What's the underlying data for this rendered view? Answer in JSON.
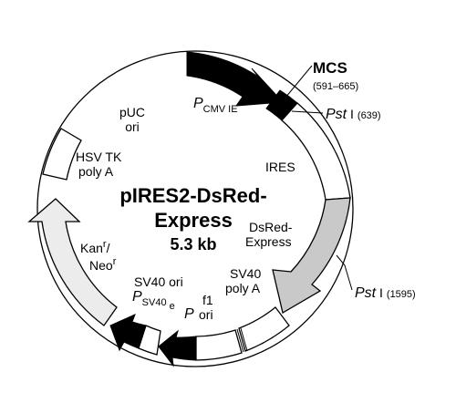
{
  "plasmid": {
    "name_line1": "pIRES2-DsRed-",
    "name_line2": "Express",
    "size": "5.3 kb"
  },
  "features": {
    "puc_ori": [
      "pUC",
      "ori"
    ],
    "hsv_tk": [
      "HSV TK",
      "poly A"
    ],
    "kan_neo": {
      "kan": "Kan",
      "sup1": "r",
      "slash": "/",
      "neo": "Neo",
      "sup2": "r"
    },
    "sv40_ori": "SV40 ori",
    "p_sv40": {
      "p": "P",
      "sub": "SV40",
      "e": "e"
    },
    "p": "P",
    "f1_ori": [
      "f1",
      "ori"
    ],
    "sv40_polya": [
      "SV40",
      "poly A"
    ],
    "dsred": [
      "DsRed-",
      "Express"
    ],
    "ires": "IRES",
    "p_cmv": {
      "p": "P",
      "sub": "CMV IE"
    }
  },
  "sites": {
    "mcs": {
      "label": "MCS",
      "range": "(591–665)"
    },
    "pst1": {
      "name": "Pst",
      "roman": " I",
      "pos": "(639)"
    },
    "pst2": {
      "name": "Pst",
      "roman": " I",
      "pos": "(1595)"
    }
  },
  "colors": {
    "black": "#000000",
    "gray": "#c9c9c9",
    "light_gray": "#ececec",
    "white": "#ffffff"
  }
}
